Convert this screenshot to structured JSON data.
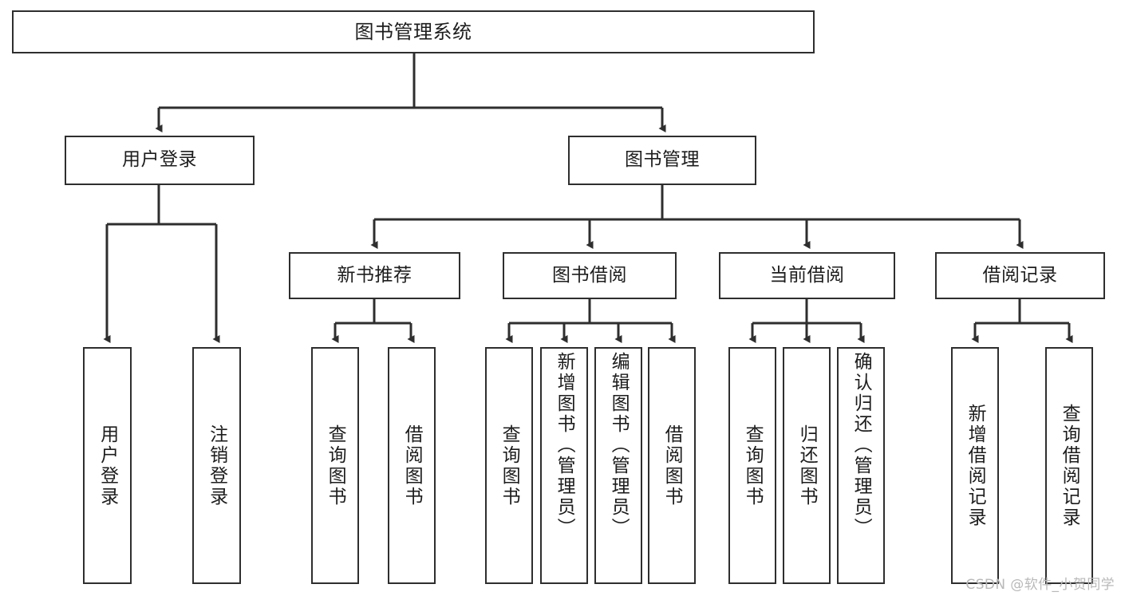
{
  "diagram": {
    "title": "图书管理系统",
    "type": "tree",
    "colors": {
      "box_stroke": "#2e2e2e",
      "box_fill": "#ffffff",
      "edge": "#2e2e2e",
      "text": "#1d1d1d",
      "watermark": "#b9b9b9"
    },
    "nodes": {
      "root": {
        "label": "图书管理系统"
      },
      "level2": [
        {
          "id": "user-login",
          "label": "用户登录"
        },
        {
          "id": "book-manage",
          "label": "图书管理"
        }
      ],
      "level3": [
        {
          "id": "new-book-recommend",
          "label": "新书推荐"
        },
        {
          "id": "book-borrow",
          "label": "图书借阅"
        },
        {
          "id": "current-borrow",
          "label": "当前借阅"
        },
        {
          "id": "borrow-record",
          "label": "借阅记录"
        }
      ],
      "leaves": {
        "user-login": [
          {
            "id": "leaf-user-login",
            "label": "用户登录"
          },
          {
            "id": "leaf-user-logout",
            "label": "注销登录"
          }
        ],
        "new-book-recommend": [
          {
            "id": "leaf-query-book-1",
            "label": "查询图书"
          },
          {
            "id": "leaf-borrow-book-1",
            "label": "借阅图书"
          }
        ],
        "book-borrow": [
          {
            "id": "leaf-query-book-2",
            "label": "查询图书"
          },
          {
            "id": "leaf-add-book",
            "label": "新增图书（管理员）"
          },
          {
            "id": "leaf-edit-book",
            "label": "编辑图书（管理员）"
          },
          {
            "id": "leaf-borrow-book-2",
            "label": "借阅图书"
          }
        ],
        "current-borrow": [
          {
            "id": "leaf-query-book-3",
            "label": "查询图书"
          },
          {
            "id": "leaf-return-book",
            "label": "归还图书"
          },
          {
            "id": "leaf-confirm-return",
            "label": "确认归还（管理员）"
          }
        ],
        "borrow-record": [
          {
            "id": "leaf-add-record",
            "label": "新增借阅记录"
          },
          {
            "id": "leaf-query-record",
            "label": "查询借阅记录"
          }
        ]
      }
    },
    "watermark": "CSDN @软件_小贺同学"
  }
}
